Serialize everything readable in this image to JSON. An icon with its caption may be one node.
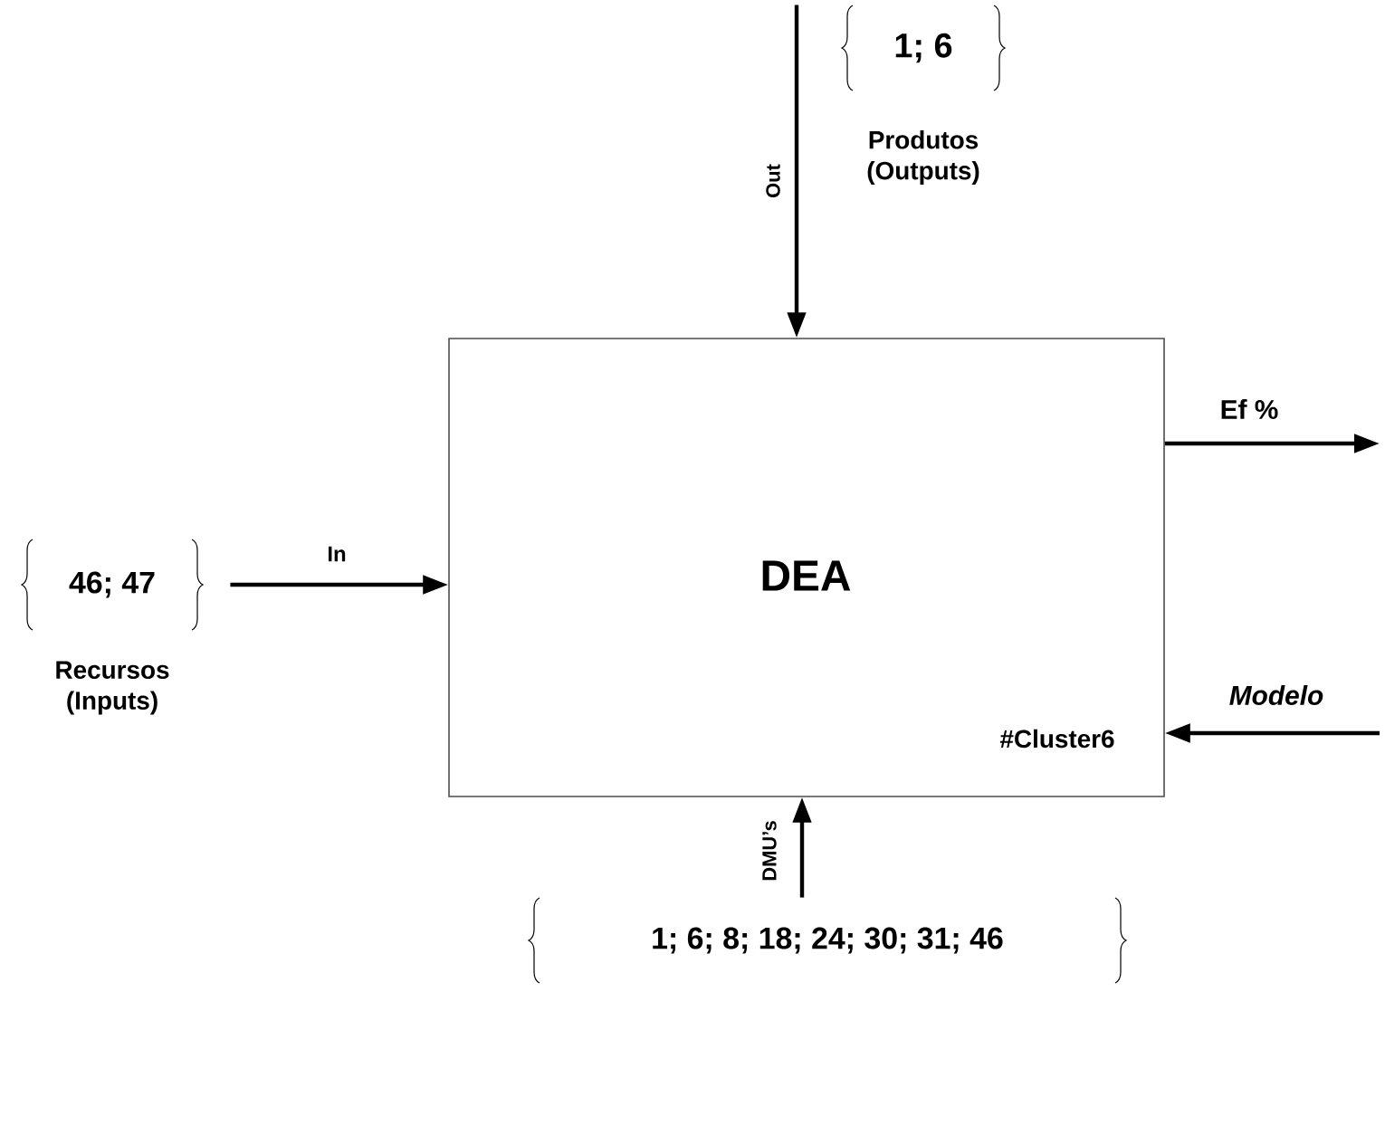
{
  "diagram": {
    "nodes": [
      {
        "text": [
          "DEA",
          "#Cluster6"
        ]
      },
      {
        "text": [
          "1; 6"
        ],
        "beside": [
          "Produtos (Outputs)"
        ]
      },
      {
        "text": [
          "46; 47"
        ],
        "beside": [
          "Recursos (Inputs)"
        ]
      },
      {
        "text": [
          "1; 6; 8; 18; 24; 30; 31; 46"
        ]
      }
    ],
    "edges": [
      {
        "from": 1,
        "to": 0,
        "arrow": "to",
        "label": "Out"
      },
      {
        "from": 0,
        "to": null,
        "arrow": "to",
        "label": "Ef %"
      },
      {
        "from": 2,
        "to": 0,
        "arrow": "to",
        "label": "In"
      },
      {
        "from": null,
        "to": 0,
        "arrow": "to",
        "label": "Modelo"
      },
      {
        "from": 3,
        "to": 0,
        "arrow": "to",
        "label": "DMU’s"
      }
    ]
  }
}
